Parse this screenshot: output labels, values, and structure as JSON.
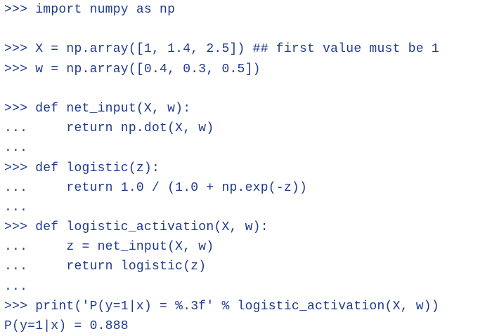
{
  "code_lines": [
    ">>> import numpy as np",
    "",
    ">>> X = np.array([1, 1.4, 2.5]) ## first value must be 1",
    ">>> w = np.array([0.4, 0.3, 0.5])",
    "",
    ">>> def net_input(X, w):",
    "...     return np.dot(X, w)",
    "...",
    ">>> def logistic(z):",
    "...     return 1.0 / (1.0 + np.exp(-z))",
    "...",
    ">>> def logistic_activation(X, w):",
    "...     z = net_input(X, w)",
    "...     return logistic(z)",
    "...",
    ">>> print('P(y=1|x) = %.3f' % logistic_activation(X, w))",
    "P(y=1|x) = 0.888"
  ]
}
